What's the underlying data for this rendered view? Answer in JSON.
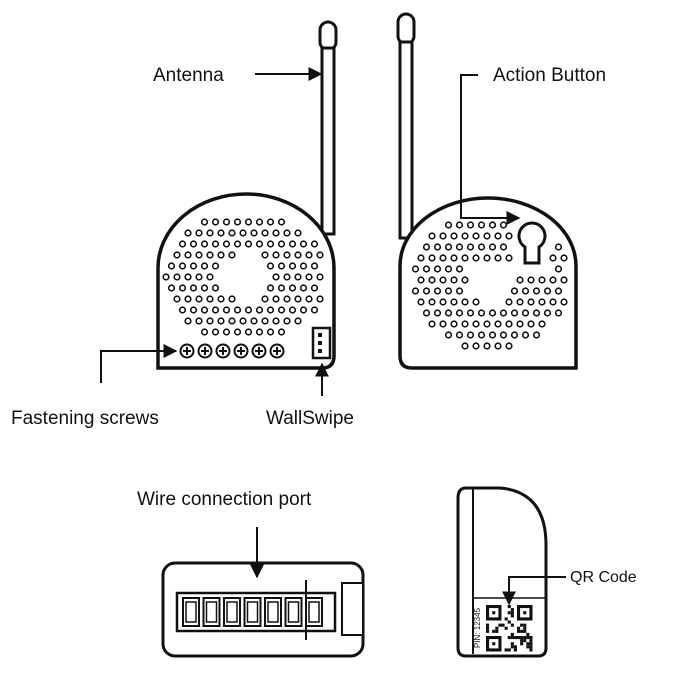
{
  "labels": {
    "antenna": "Antenna",
    "action_button": "Action Button",
    "fastening_screws": "Fastening screws",
    "wallswipe": "WallSwipe",
    "wire_connection_port": "Wire connection port",
    "qr_code": "QR Code",
    "pin": "PIN: 12345"
  },
  "colors": {
    "line": "#111111",
    "background": "#ffffff"
  },
  "components": {
    "screw_count": 6,
    "port_slot_count": 7
  }
}
